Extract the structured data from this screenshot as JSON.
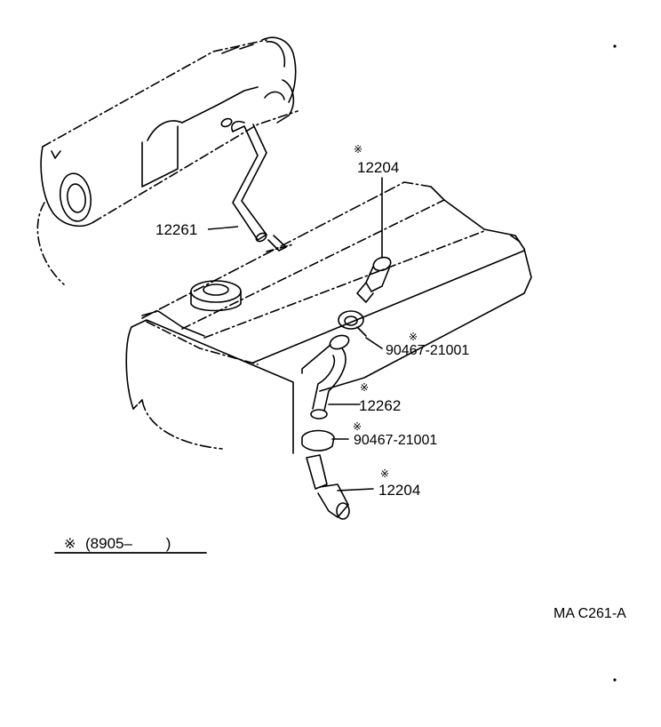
{
  "parts": [
    {
      "id": "p1",
      "number": "12204",
      "mark": "※"
    },
    {
      "id": "p2",
      "number": "12261",
      "mark": ""
    },
    {
      "id": "p3",
      "number": "90467-21001",
      "mark": "※"
    },
    {
      "id": "p4",
      "number": "12262",
      "mark": "※"
    },
    {
      "id": "p5",
      "number": "90467-21001",
      "mark": "※"
    },
    {
      "id": "p6",
      "number": "12204",
      "mark": "※"
    }
  ],
  "footnote": {
    "mark": "※",
    "text": "(8905–        )"
  },
  "diagram_code": "MA C261-A"
}
